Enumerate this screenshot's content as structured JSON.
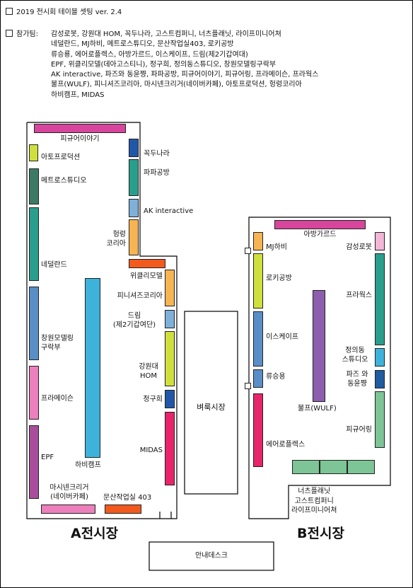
{
  "header": {
    "title": "2019 전시회 테이블 셋팅 ver. 2.4",
    "participants_label": "참가팀:",
    "participants_lines": [
      "감성로봇, 강원대 HOM, 꼭두나라, 고스트컴퍼니, 너츠플래닛, 라이프미니어쳐",
      "네덜란드, MJ하비, 메트로스튜디오, 문산작업실403, 로키공방",
      "류승룡, 에어로플렉스, 아방가르드, 이스케이프, 드림(제2기갑여대)",
      "EPF, 위클리모델(데아고스티니), 정구희, 정의동스튜디오, 창원모델링구락부",
      "AK interactive, 파즈와 동윤쨩, 파파공방, 피규어이야기, 피규어링, 프라메이슨, 프라웍스",
      "불프(WULF), 피니셔즈코리아, 마시넨크리거(네이버카페), 아토프로덕션, 헝렁코리아",
      "하비캠프, MIDAS"
    ]
  },
  "colors": {
    "magenta": "#d7459c",
    "lime": "#cfe03c",
    "dark_green": "#3d7a66",
    "teal": "#2a9e8c",
    "steel_blue": "#5a8ec6",
    "pink": "#ec7fbc",
    "plum": "#a84d9b",
    "navy": "#2157a8",
    "sky": "#7eb0da",
    "orange": "#f7b452",
    "red_orange": "#f25a1d",
    "cyan": "#3db3dc",
    "crimson": "#e8246a",
    "purple": "#8d5ead",
    "light_pink": "#f2b6d6",
    "light_green": "#7dc496",
    "dark_blue": "#1f5ca0"
  },
  "hall_a": {
    "title": "A전시장",
    "booths": {
      "figure_story": "피규어이야기",
      "atto_production": "아토프로덕션",
      "metro_studio": "메트로스튜디오",
      "netherlands": "네덜란드",
      "changwon": "창원모델링\n구락부",
      "pramason": "프라메이슨",
      "epf": "EPF",
      "kkokdu": "꼭두나라",
      "papa_workshop": "파파공방",
      "ak_interactive": "AK interactive",
      "heongreong": "헝렁\n코리아",
      "weekly_model": "위클리모델",
      "finishers": "피니셔즈코리아",
      "dream": "드림\n(제2기갑여단)",
      "kangwon_hom": "강원대\nHOM",
      "jeongguhee": "정구희",
      "midas": "MIDAS",
      "hobby_camp": "하비캠프",
      "maschinen": "마시넨크리거\n(네이버카페)",
      "munsan": "문산작업실 403"
    }
  },
  "flea_market": "벼룩시장",
  "hall_b": {
    "title": "B전시장",
    "booths": {
      "avantgarde": "아방가르드",
      "mj_hobby": "MJ하비",
      "gamsung": "감성로봇",
      "rocky": "로키공방",
      "praworks": "프라웍스",
      "escape": "이스케이프",
      "jeongui": "정의동\n스튜디오",
      "ryu": "류승용",
      "paz": "파즈 와\n동윤쨩",
      "wulf": "불프(WULF)",
      "aeroplex": "에어로플렉스",
      "figuring": "피규어링",
      "bottom": "너츠플래닛\n고스트컴퍼니\n라이프미니어쳐"
    }
  },
  "info_desk": "안내데스크"
}
